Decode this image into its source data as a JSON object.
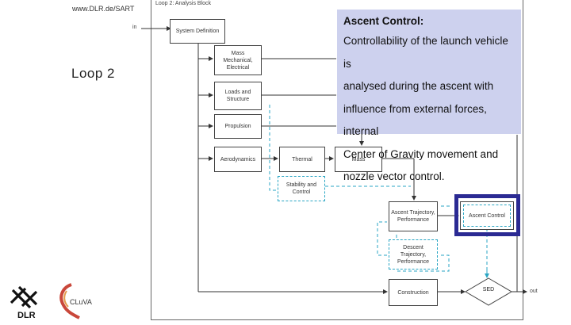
{
  "header": {
    "url": "www.DLR.de/SART"
  },
  "loop_label": "Loop 2",
  "diagram": {
    "frame_title": "Loop 2: Analysis Block",
    "input_label": "in",
    "output_label": "out",
    "boxes": {
      "system_definition": "System Definition",
      "mass_mech": "Mass Mechanical, Electrical",
      "loads": "Loads and Structure",
      "propulsion": "Propulsion",
      "aerodynamics": "Aerodynamics",
      "thermal": "Thermal",
      "mass": "Mass",
      "stability": "Stability and Control",
      "ascent_traj": "Ascent Trajectory, Performance",
      "ascent_control": "Ascent Control",
      "descent_traj": "Descent Trajectory, Performance",
      "construction": "Construction",
      "sed": "SED"
    }
  },
  "callout": {
    "title": "Ascent Control:",
    "lines": [
      "Controllability of the launch vehicle is",
      "analysed during the ascent with",
      "influence from external forces, internal",
      "Center of Gravity movement and",
      "nozzle vector control."
    ]
  },
  "logos": {
    "dlr": "DLR",
    "cluva": "CLuVA"
  },
  "colors": {
    "dashed_link": "#2aa6c4",
    "callout_bg": "#cdd1ee",
    "highlight_border": "#2b2a93"
  }
}
